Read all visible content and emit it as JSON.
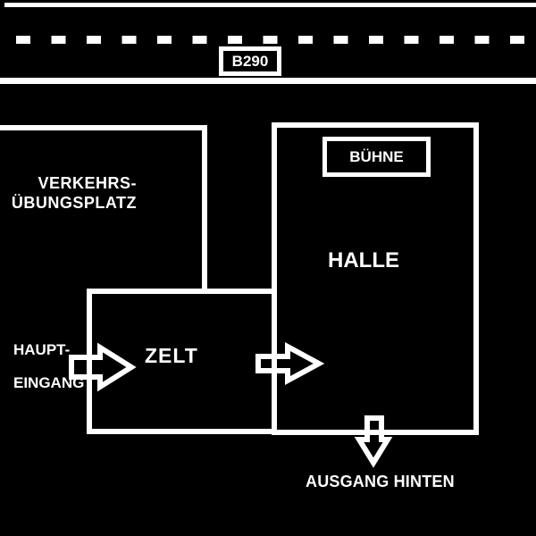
{
  "colors": {
    "background": "#000000",
    "foreground": "#ffffff"
  },
  "road": {
    "sign_label": "B290"
  },
  "traffic_area": {
    "label_line1": "VERKEHRS-",
    "label_line2": "ÜBUNGSPLATZ"
  },
  "halle": {
    "label": "HALLE"
  },
  "buehne": {
    "label": "BÜHNE"
  },
  "zelt": {
    "label": "ZELT"
  },
  "main_entrance": {
    "label_line1": "HAUPT-",
    "label_line2": "EINGANG"
  },
  "rear_exit": {
    "label": "AUSGANG HINTEN"
  }
}
